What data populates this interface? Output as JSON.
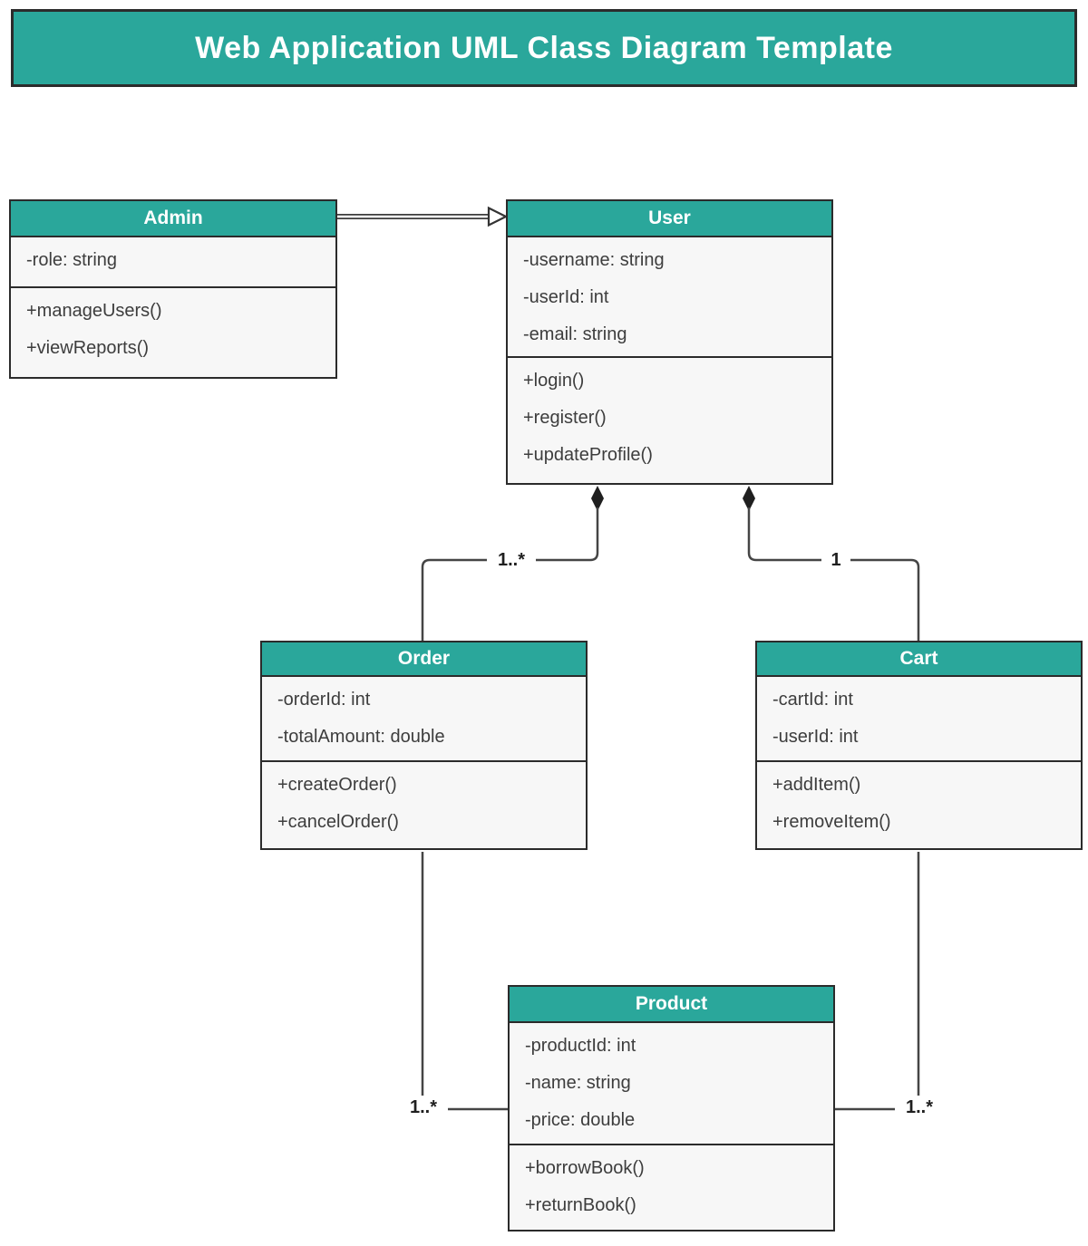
{
  "title": "Web Application UML Class Diagram Template",
  "theme": {
    "accent_teal": "#2aa79b",
    "border_dark": "#2b2b2b",
    "connector_gray": "#454545",
    "section_bg": "#f7f7f7",
    "text_dark": "#3d3d3d"
  },
  "classes": [
    {
      "name": "Admin",
      "attributes": [
        "-role: string"
      ],
      "methods": [
        "+manageUsers()",
        "+viewReports()"
      ]
    },
    {
      "name": "User",
      "attributes": [
        "-username: string",
        "-userId: int",
        "-email: string"
      ],
      "methods": [
        "+login()",
        "+register()",
        "+updateProfile()"
      ]
    },
    {
      "name": "Order",
      "attributes": [
        "-orderId: int",
        "-totalAmount: double"
      ],
      "methods": [
        "+createOrder()",
        "+cancelOrder()"
      ]
    },
    {
      "name": "Cart",
      "attributes": [
        "-cartId: int",
        "-userId: int"
      ],
      "methods": [
        "+addItem()",
        "+removeItem()"
      ]
    },
    {
      "name": "Product",
      "attributes": [
        "-productId: int",
        "-name: string",
        "-price: double"
      ],
      "methods": [
        "+borrowBook()",
        "+returnBook()"
      ]
    }
  ],
  "relationships": [
    {
      "from": "Admin",
      "to": "User",
      "type": "generalization",
      "multiplicity": ""
    },
    {
      "from": "User",
      "to": "Order",
      "type": "composition",
      "multiplicity": "1..*"
    },
    {
      "from": "User",
      "to": "Cart",
      "type": "composition",
      "multiplicity": "1"
    },
    {
      "from": "Order",
      "to": "Product",
      "type": "association",
      "multiplicity": "1..*"
    },
    {
      "from": "Cart",
      "to": "Product",
      "type": "association",
      "multiplicity": "1..*"
    }
  ]
}
